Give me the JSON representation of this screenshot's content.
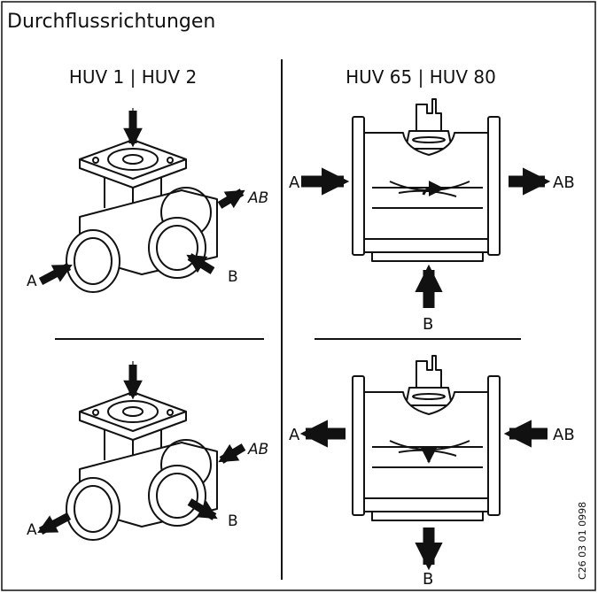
{
  "title": "Durchflussrichtungen",
  "left_heading": "HUV 1 | HUV 2",
  "right_heading": "HUV 65 | HUV 80",
  "ports": {
    "a": "A",
    "b": "B",
    "ab": "AB"
  },
  "image_code": "C26 03 01 0998",
  "colors": {
    "line": "#111111",
    "background": "#ffffff"
  }
}
